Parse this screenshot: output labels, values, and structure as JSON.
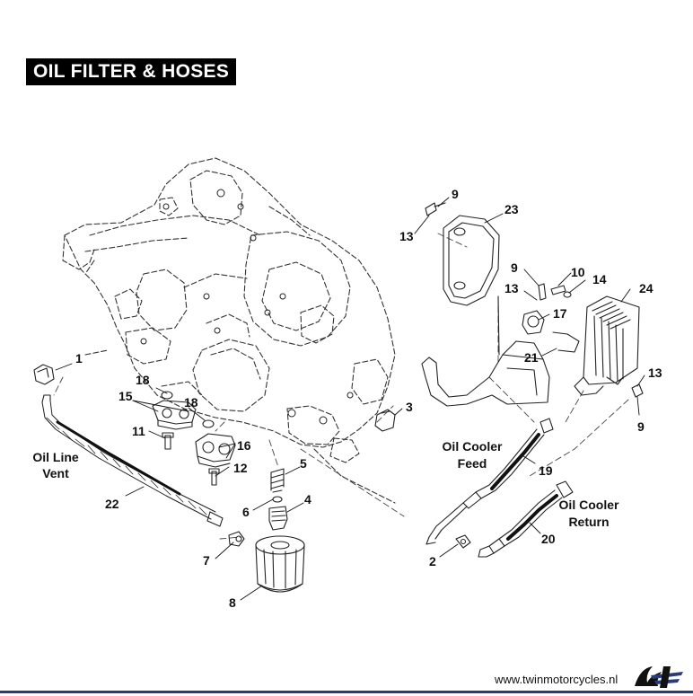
{
  "title": "OIL FILTER & HOSES",
  "labels": {
    "oil_line_vent": [
      "Oil Line",
      "Vent"
    ],
    "oil_cooler_feed": [
      "Oil Cooler",
      "Feed"
    ],
    "oil_cooler_return": [
      "Oil Cooler",
      "Return"
    ]
  },
  "callouts": {
    "c1": "1",
    "c2": "2",
    "c3": "3",
    "c4": "4",
    "c5": "5",
    "c6": "6",
    "c7": "7",
    "c8": "8",
    "c9a": "9",
    "c9b": "9",
    "c9c": "9",
    "c10": "10",
    "c11": "11",
    "c12": "12",
    "c13a": "13",
    "c13b": "13",
    "c13c": "13",
    "c14": "14",
    "c15": "15",
    "c16": "16",
    "c17": "17",
    "c18a": "18",
    "c18b": "18",
    "c19": "19",
    "c20": "20",
    "c21": "21",
    "c22": "22",
    "c23": "23",
    "c24": "24"
  },
  "footer": {
    "url": "www.twinmotorcycles.nl"
  },
  "colors": {
    "ink": "#111111",
    "footer_line": "#2a3b7a",
    "logo_accent": "#2a3b7a"
  }
}
